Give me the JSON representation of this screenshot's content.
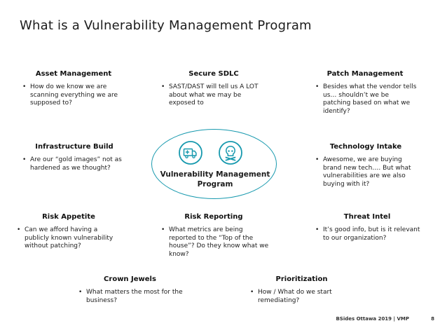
{
  "slide_title": "What is a Vulnerability Management Program",
  "colors": {
    "accent_teal": "#1799AE",
    "text": "#1A1A1A"
  },
  "center": {
    "label": "Vulnerability Management Program",
    "icons": [
      "ambulance-icon",
      "skull-and-crossbones-icon"
    ]
  },
  "sections": [
    {
      "title": "Asset Management",
      "bullet": "How do we know we are scanning everything we are supposed to?"
    },
    {
      "title": "Secure SDLC",
      "bullet": "SAST/DAST will tell us A LOT about what we may be exposed to"
    },
    {
      "title": "Patch Management",
      "bullet": "Besides what the vendor tells us… shouldn’t we be patching based on what we identify?"
    },
    {
      "title": "Infrastructure Build",
      "bullet": "Are our “gold images” not as hardened as we thought?"
    },
    {
      "title": "Technology Intake",
      "bullet": "Awesome, we are buying brand new tech…. But what vulnerabilities are we also buying with it?"
    },
    {
      "title": "Risk Appetite",
      "bullet": "Can we afford having a publicly known vulnerability without patching?"
    },
    {
      "title": "Risk Reporting",
      "bullet": "What metrics are being reported to the “Top of the house”? Do they know what we know?"
    },
    {
      "title": "Threat Intel",
      "bullet": "It’s good info, but is it relevant to our organization?"
    },
    {
      "title": "Crown Jewels",
      "bullet": "What matters the most for the business?"
    },
    {
      "title": "Prioritization",
      "bullet": "How / What do we start remediating?"
    }
  ],
  "footer": {
    "label": "BSides Ottawa 2019 | VMP",
    "page": "8"
  }
}
